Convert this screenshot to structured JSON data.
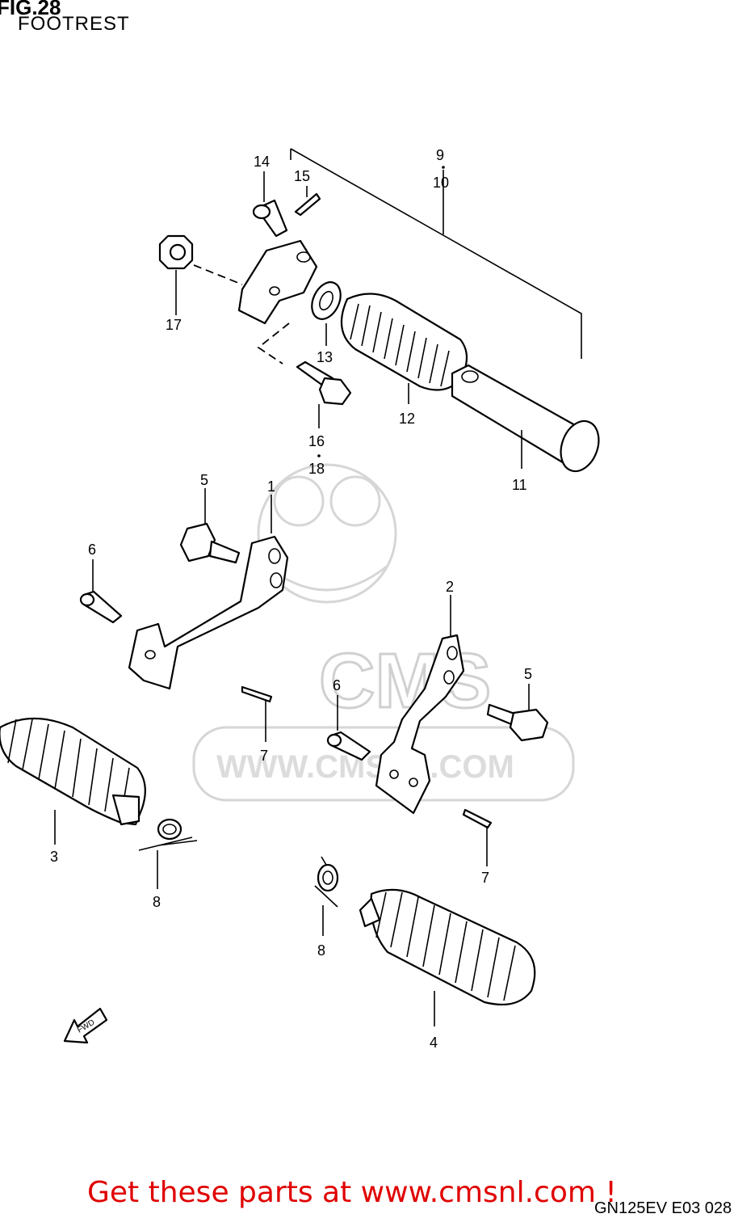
{
  "figure": {
    "number": "FIG.28",
    "title": "FOOTREST",
    "code": "GN125EV E03 028"
  },
  "callouts": {
    "c1": "1",
    "c2": "2",
    "c3": "3",
    "c4": "4",
    "c5a": "5",
    "c5b": "5",
    "c6a": "6",
    "c6b": "6",
    "c7a": "7",
    "c7b": "7",
    "c8a": "8",
    "c8b": "8",
    "c9": "9",
    "c10": "10",
    "c11": "11",
    "c12": "12",
    "c13": "13",
    "c14": "14",
    "c15": "15",
    "c16": "16",
    "c17": "17",
    "c18": "18"
  },
  "fwd_label": "FWD",
  "watermark": {
    "brand": "CMS",
    "url": "WWW.CMSNL.COM"
  },
  "cta": "Get these parts at www.cmsnl.com !"
}
